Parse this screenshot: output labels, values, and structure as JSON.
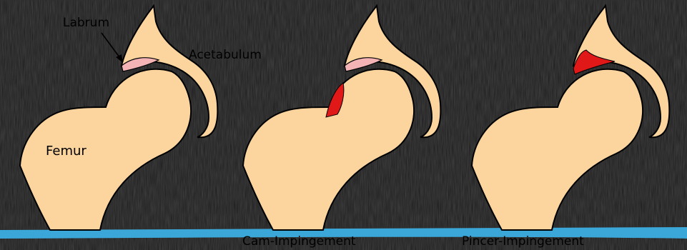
{
  "labels": {
    "labrum": "Labrum",
    "acetabulum": "Acetabulum",
    "femur": "Femur"
  },
  "captions": {
    "cam": "Cam-Impingement",
    "pincer": "Pincer-Impingement"
  },
  "colors": {
    "background": "#1b1b1b",
    "bone": "#fbd49e",
    "bone_outline": "#000000",
    "labrum": "#f4b3b5",
    "lesion": "#e01818",
    "floor": "#3aa7d8"
  }
}
